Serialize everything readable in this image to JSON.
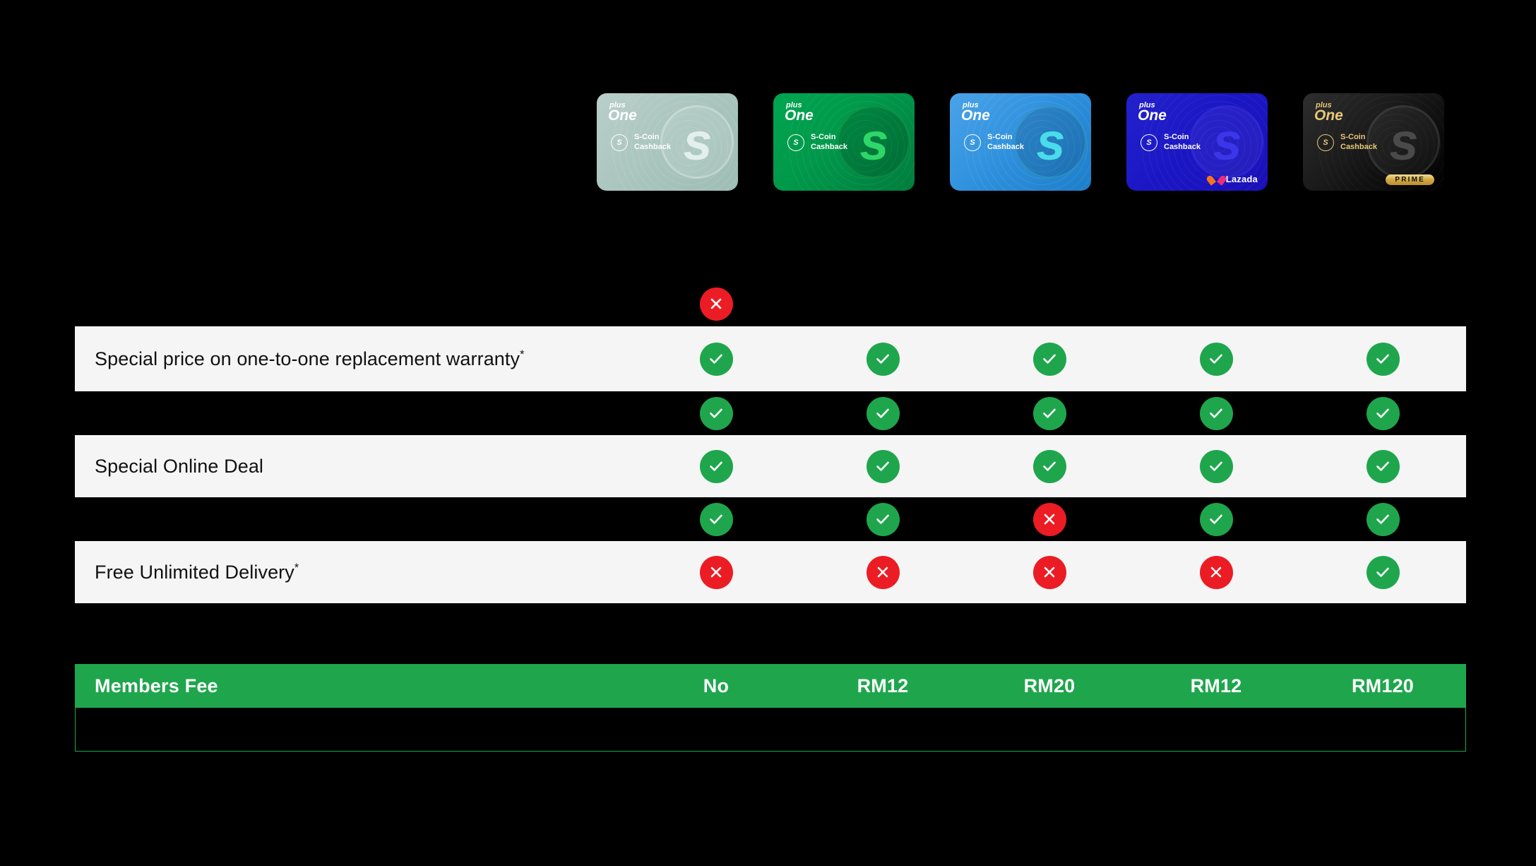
{
  "page": {
    "background_color": "#000000",
    "accent_green": "#1fa64d",
    "accent_red": "#ec1c24",
    "row_light_bg": "#f5f5f5"
  },
  "cards": [
    {
      "id": "card-basic",
      "brand_plus": "plus",
      "brand_one": "One",
      "coin_glyph": "S",
      "benefit_line1": "S-Coin",
      "benefit_line2": "Cashback",
      "letter": "s",
      "badge": "",
      "partner": "",
      "theme": "sage"
    },
    {
      "id": "card-green",
      "brand_plus": "plus",
      "brand_one": "One",
      "coin_glyph": "S",
      "benefit_line1": "S-Coin",
      "benefit_line2": "Cashback",
      "letter": "s",
      "badge": "",
      "partner": "",
      "theme": "green"
    },
    {
      "id": "card-blue",
      "brand_plus": "plus",
      "brand_one": "One",
      "coin_glyph": "S",
      "benefit_line1": "S-Coin",
      "benefit_line2": "Cashback",
      "letter": "s",
      "badge": "",
      "partner": "",
      "theme": "blue"
    },
    {
      "id": "card-lazada",
      "brand_plus": "plus",
      "brand_one": "One",
      "coin_glyph": "S",
      "benefit_line1": "S-Coin",
      "benefit_line2": "Cashback",
      "letter": "s",
      "badge": "",
      "partner": "Lazada",
      "theme": "indigo"
    },
    {
      "id": "card-prime",
      "brand_plus": "plus",
      "brand_one": "One",
      "coin_glyph": "S",
      "benefit_line1": "S-Coin",
      "benefit_line2": "Cashback",
      "letter": "s",
      "badge": "PRIME",
      "partner": "",
      "theme": "black"
    }
  ],
  "table": {
    "columns": [
      "card-basic",
      "card-green",
      "card-blue",
      "card-lazada",
      "card-prime"
    ],
    "rows": [
      {
        "label": "",
        "label_sup": "",
        "style": "dark",
        "partial": true,
        "marks": [
          "no",
          "",
          "",
          "",
          ""
        ]
      },
      {
        "label": "Special price on one-to-one replacement warranty",
        "label_sup": "*",
        "style": "light",
        "partial": false,
        "marks": [
          "yes",
          "yes",
          "yes",
          "yes",
          "yes"
        ]
      },
      {
        "label": "",
        "label_sup": "",
        "style": "dark",
        "partial": false,
        "marks": [
          "yes",
          "yes",
          "yes",
          "yes",
          "yes"
        ]
      },
      {
        "label": "Special Online Deal",
        "label_sup": "",
        "style": "light",
        "partial": false,
        "marks": [
          "yes",
          "yes",
          "yes",
          "yes",
          "yes"
        ]
      },
      {
        "label": "",
        "label_sup": "",
        "style": "dark",
        "partial": false,
        "marks": [
          "yes",
          "yes",
          "no",
          "yes",
          "yes"
        ]
      },
      {
        "label": "Free Unlimited Delivery",
        "label_sup": "*",
        "style": "light",
        "partial": false,
        "marks": [
          "no",
          "no",
          "no",
          "no",
          "yes"
        ]
      }
    ],
    "fee_row": {
      "label": "Members Fee",
      "values": [
        "No",
        "RM12",
        "RM20",
        "RM12",
        "RM120"
      ]
    }
  }
}
